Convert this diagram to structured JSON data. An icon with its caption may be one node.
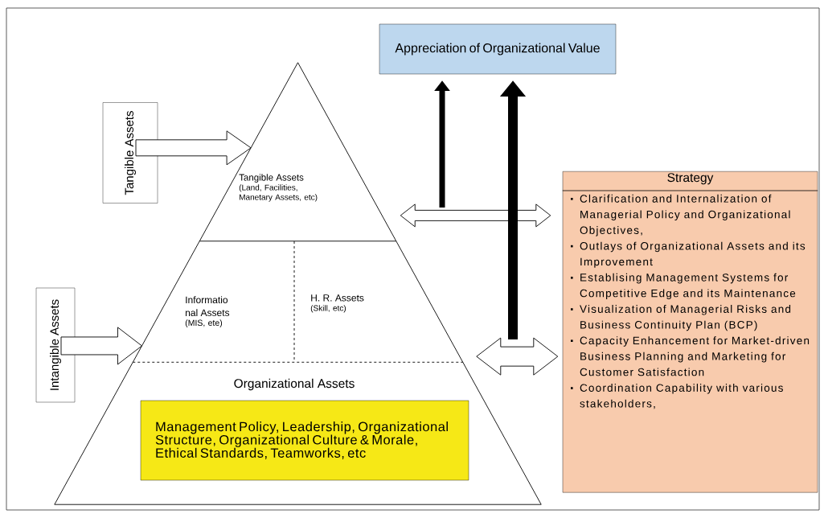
{
  "diagram": {
    "nodes": [
      {
        "text": [
          "Appreciation of Organizational Value"
        ]
      },
      {
        "text": [
          "Tangible Assets"
        ]
      },
      {
        "text": [],
        "shape": "triangle"
      },
      {
        "text": [
          "Tangible Assets",
          "(Land, Facilities, Manetary Assets, etc)"
        ],
        "in": 2
      },
      {
        "text": [
          "Intangible Assets"
        ]
      },
      {
        "text": [
          "Informatio nal Assets",
          "(MIS, ete)"
        ],
        "in": 2
      },
      {
        "text": [
          "H. R. Assets",
          "(Skill, etc)"
        ],
        "in": 2
      },
      {
        "text": [
          "Organizational Assets"
        ],
        "in": 2
      },
      {
        "text": [
          "Management Policy, Leadership, Organizational Structure, Organizational Culture & Morale, Ethical Standards, Teamworks, etc"
        ],
        "in": 2
      },
      {
        "text": [
          "Strategy",
          "Clarification and Internalization of Managerial Policy and Organizational Objectives,",
          "Outlays of Organizational Assets and its Improvement",
          "Establising Management Systems for Competitive Edge and its Maintenance",
          "Visualization of Managerial Risks and Business Continuity Plan (BCP)",
          "Capacity Enhancement for Market-driven Business Planning and Marketing for Customer Satisfaction",
          "Coordination Capability with various stakeholders,"
        ]
      }
    ],
    "edges": [
      {
        "from": 1,
        "to": 2,
        "arrow": "to"
      },
      {
        "from": 4,
        "to": 2,
        "arrow": "to"
      },
      {
        "from": 2,
        "to": 9,
        "arrow": "both"
      },
      {
        "from": 2,
        "to": 9,
        "arrow": "both"
      },
      {
        "from": null,
        "to": 0,
        "arrow": "to"
      },
      {
        "from": null,
        "to": 0,
        "arrow": "to"
      }
    ]
  }
}
